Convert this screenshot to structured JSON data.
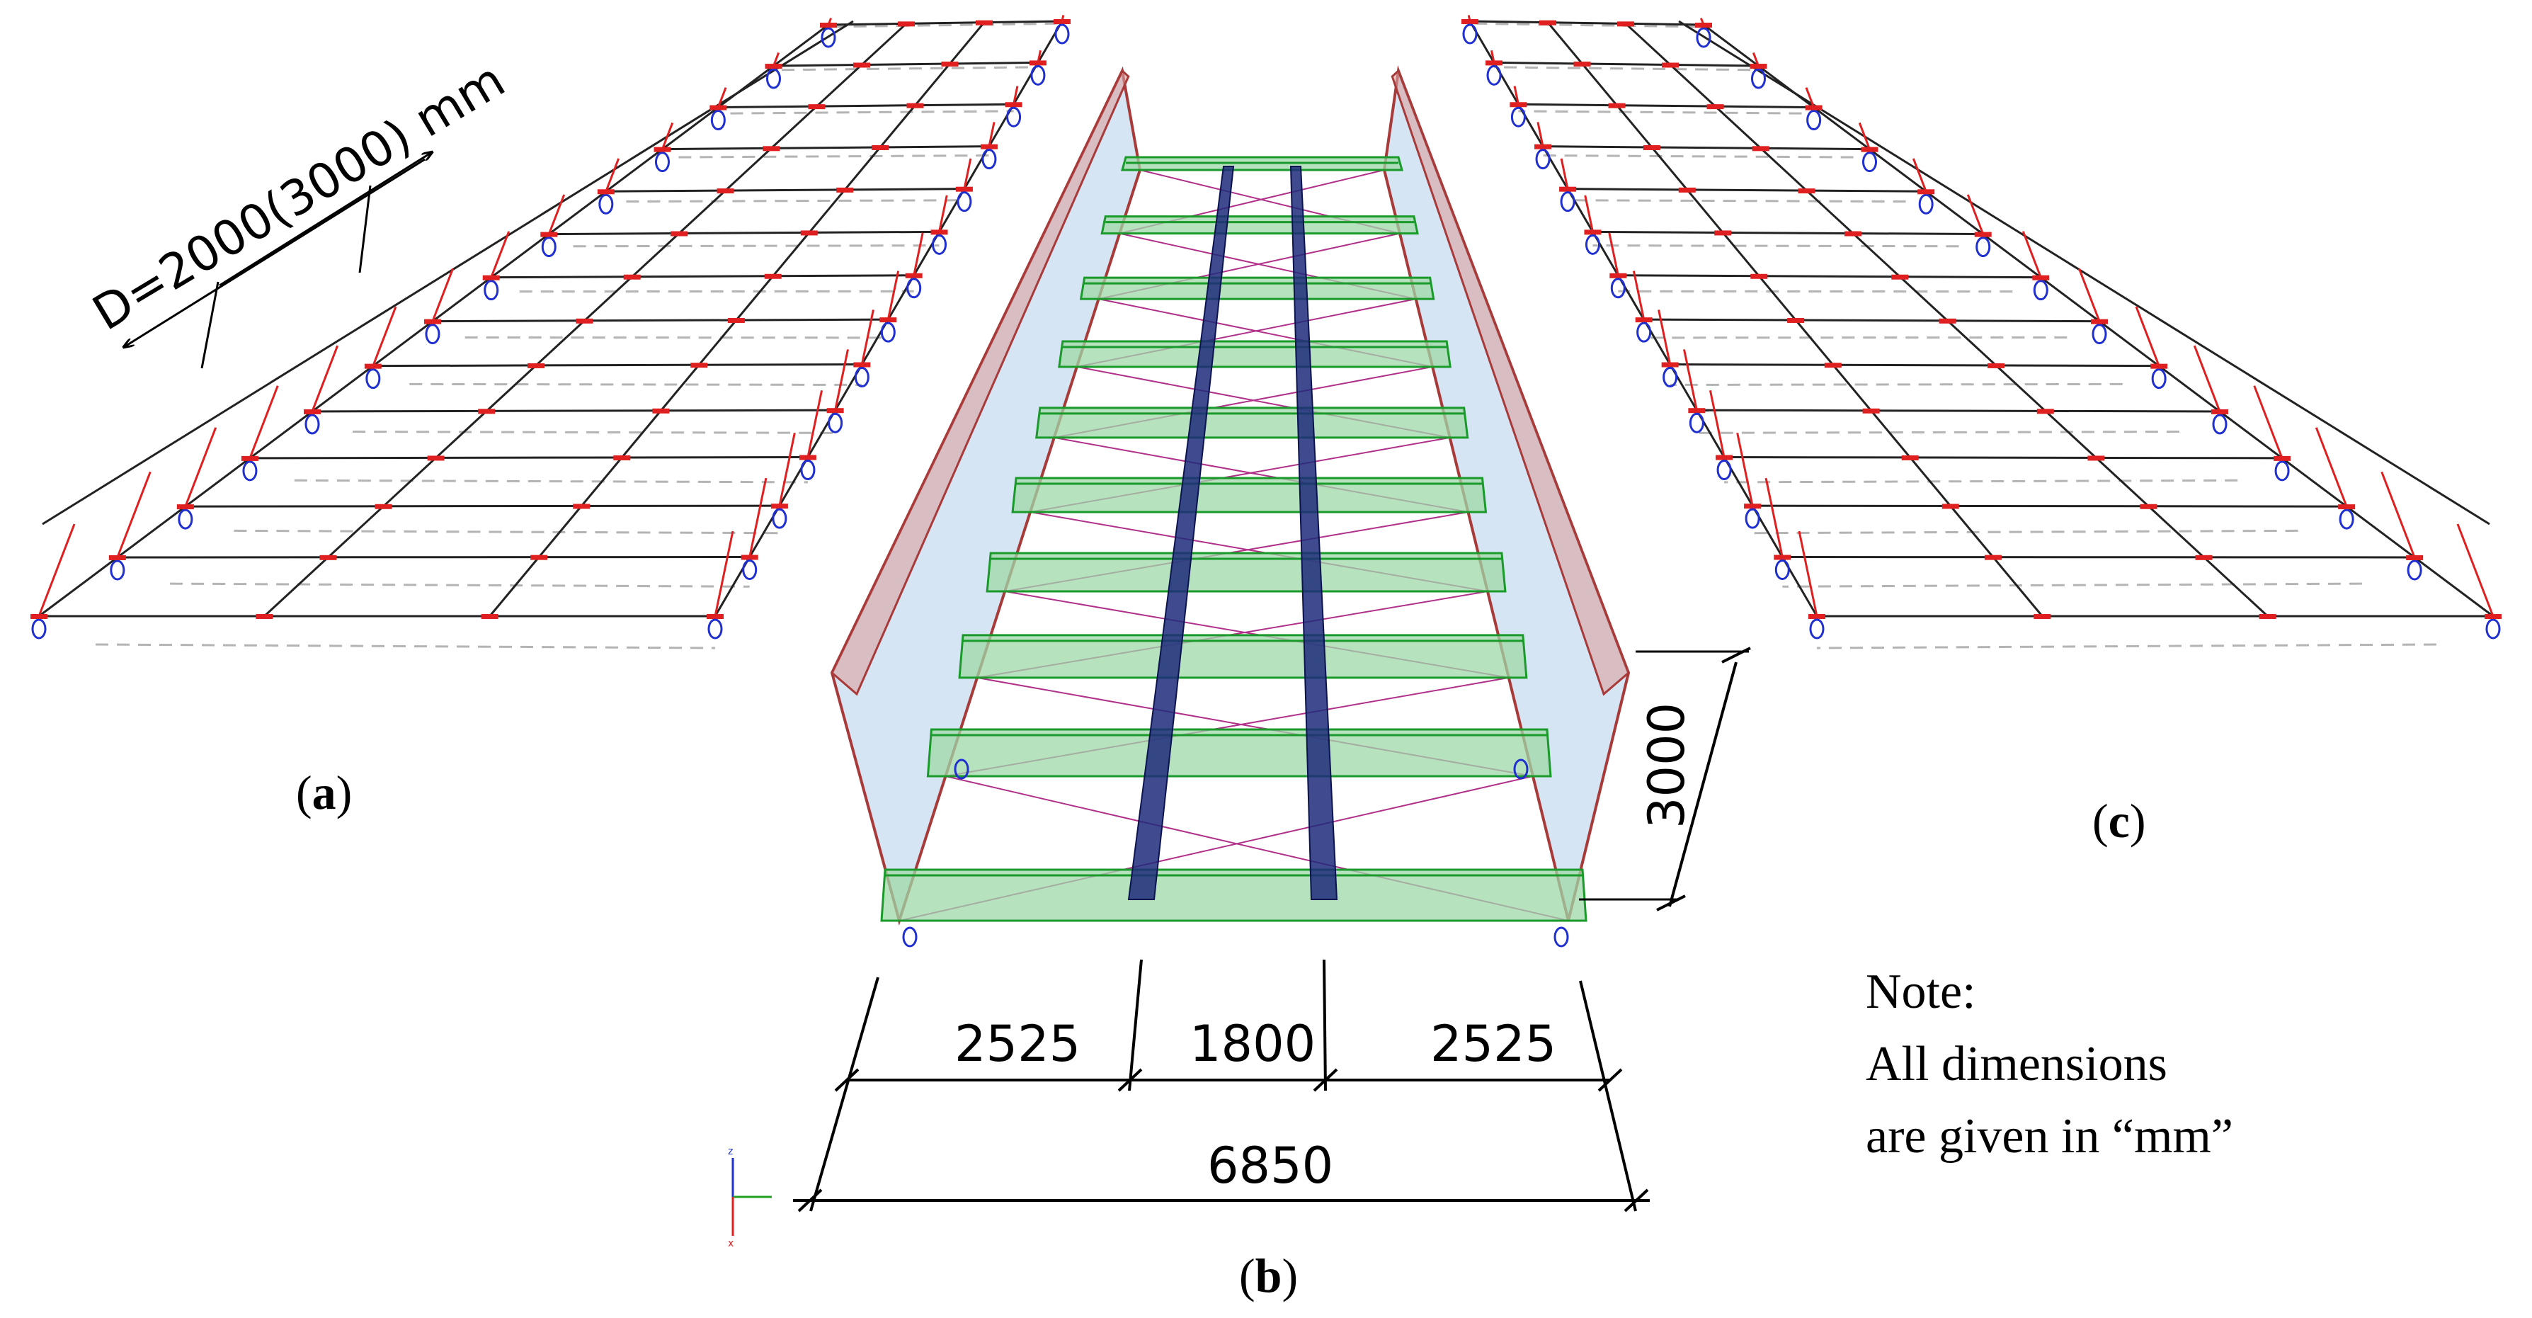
{
  "panels": {
    "a": {
      "open": "(",
      "letter": "a",
      "close": ")"
    },
    "b": {
      "open": "(",
      "letter": "b",
      "close": ")"
    },
    "c": {
      "open": "(",
      "letter": "c",
      "close": ")"
    }
  },
  "spacing_label": "D=2000(3000) mm",
  "dimensions": {
    "height": "3000",
    "left": "2525",
    "middle": "1800",
    "right": "2525",
    "total": "6850"
  },
  "note": {
    "line1": "Note:",
    "line2": "All dimensions",
    "line3": "are given in “mm”"
  },
  "axis": {
    "z": "z",
    "x": "x"
  },
  "colors": {
    "wall_fill": "#c8dcef",
    "wall_edge": "#a83a3a",
    "girder": "#1e2a7a",
    "crossbeam_fill": "#9fd8a8",
    "crossbeam_edge": "#1a9a2a",
    "bracing": "#b0308a",
    "support_blue": "#1f2fd0",
    "support_red": "#e02020",
    "wire": "#222222",
    "dashed": "#b4b4b4"
  }
}
